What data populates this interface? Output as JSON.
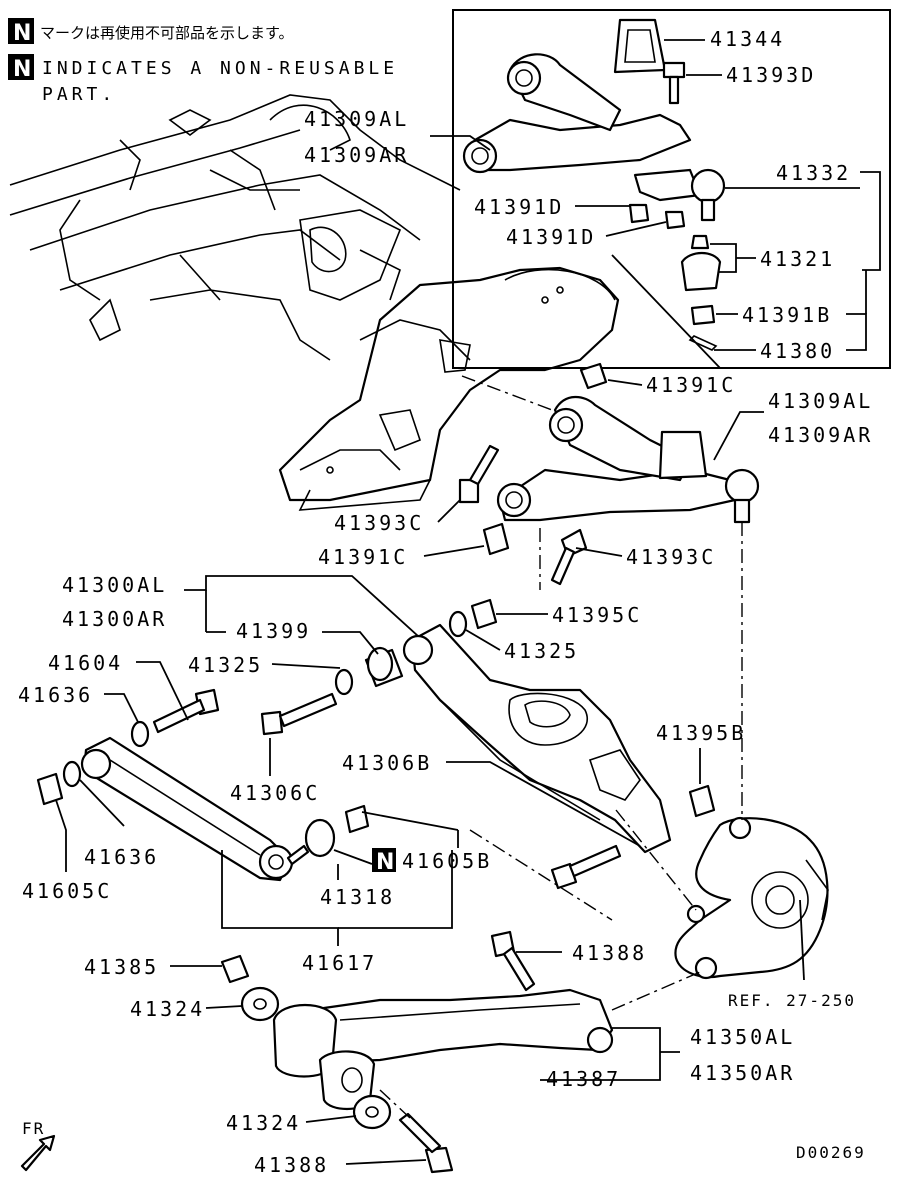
{
  "notes": {
    "n_symbol": "N",
    "jp_line": "マークは再使用不可部品を示します。",
    "en_line1": "INDICATES A NON-REUSABLE",
    "en_line2": "PART."
  },
  "labels": {
    "p41344": "41344",
    "p41393D": "41393D",
    "p41309AL_top": "41309AL",
    "p41309AR_top": "41309AR",
    "p41332": "41332",
    "p41391D_a": "41391D",
    "p41391D_b": "41391D",
    "p41321": "41321",
    "p41391B": "41391B",
    "p41380": "41380",
    "p41391C_top": "41391C",
    "p41309AL_mid": "41309AL",
    "p41309AR_mid": "41309AR",
    "p41393C_left": "41393C",
    "p41391C_left": "41391C",
    "p41393C_right": "41393C",
    "p41300AL": "41300AL",
    "p41300AR": "41300AR",
    "p41399": "41399",
    "p41395C": "41395C",
    "p41325_right": "41325",
    "p41604": "41604",
    "p41325_left": "41325",
    "p41636_top": "41636",
    "p41306C": "41306C",
    "p41395B": "41395B",
    "p41306B": "41306B",
    "p41636_bottom": "41636",
    "p41605C": "41605C",
    "p41605B": "41605B",
    "p41318": "41318",
    "p41617": "41617",
    "p41385": "41385",
    "p41388_top": "41388",
    "ref": "REF. 27-250",
    "p41324_top": "41324",
    "p41350AL": "41350AL",
    "p41350AR": "41350AR",
    "p41387": "41387",
    "p41324_bottom": "41324",
    "p41388_bottom": "41388",
    "fr": "FR",
    "code": "D00269"
  }
}
